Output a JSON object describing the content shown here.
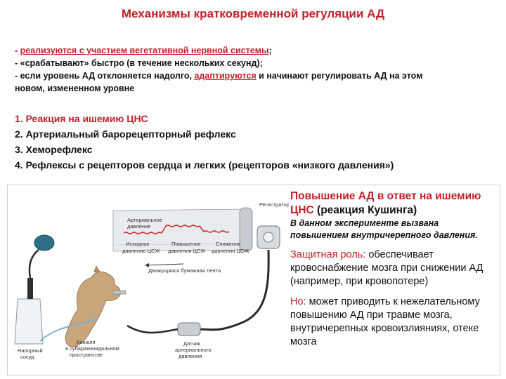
{
  "title": "Механизмы кратковременной регуляции АД",
  "bullets": {
    "b1_dash": "- ",
    "b1_red": "реализуются с участием вегетативной нервной системы",
    "b1_end": ";",
    "b2": "- «срабатывают» быстро (в течение нескольких секунд);",
    "b3_a": "- если уровень АД отклоняется надолго, ",
    "b3_red": "адаптируются",
    "b3_b": "  и начинают регулировать АД на этом",
    "b3_c": "новом, измененном уровне"
  },
  "mechanisms": [
    "1. Реакция на ишемию ЦНС",
    "2. Артериальный барорецепторный рефлекс",
    "3. Хеморефлекс",
    "4. Рефлексы с рецепторов сердца и легких (рецепторов «низкого давления»)"
  ],
  "diagram": {
    "recorder": "Регистратор",
    "arterial_pressure": [
      "Артериальное",
      "давление"
    ],
    "baseline": [
      "Исходное",
      "давление ЦСЖ"
    ],
    "increase": [
      "Повышение",
      "давления ЦСЖ"
    ],
    "decrease": [
      "Снижение",
      "давления ЦСЖ"
    ],
    "paper": "Движущаяся бумажная лента",
    "vessel": [
      "Напорный",
      "сосуд"
    ],
    "cannula": [
      "Канюля",
      "в субарахноидальном",
      "пространстве"
    ],
    "sensor": [
      "Датчик",
      "артериального",
      "давления"
    ]
  },
  "right": {
    "head_red": "Повышение АД в ответ на ишемию ЦНС",
    "head_black": "(реакция Кушинга)",
    "note": "В данном эксперименте вызвана повышением внутричерепного давления.",
    "role_label": "Защитная роль:",
    "role_text": " обеспечивает кровоснабжение мозга при снижении АД (например, при кровопотере)",
    "but_label": "Но:",
    "but_text": " может приводить  к нежелательному повышению АД при травме мозга, внутричерепных кровоизлияниях, отеке мозга"
  },
  "colors": {
    "accent": "#c0202a",
    "trace": "#d23030",
    "tube": "#2a2a2a"
  }
}
